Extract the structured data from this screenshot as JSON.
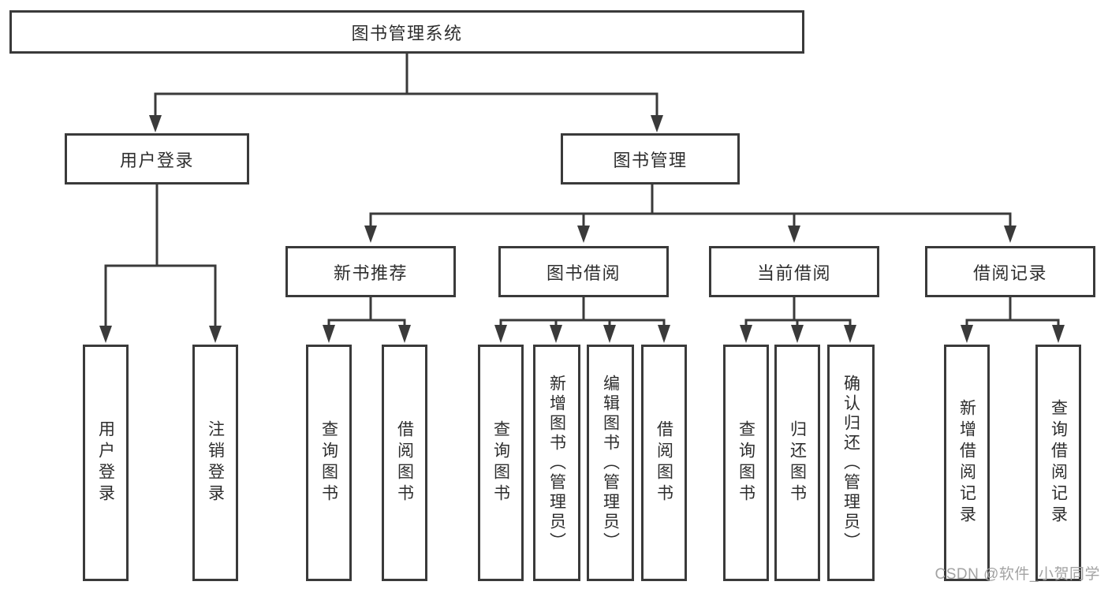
{
  "tree": {
    "root": {
      "label": "图书管理系统"
    },
    "branches": [
      {
        "label": "用户登录",
        "children": [
          "用户登录",
          "注销登录"
        ]
      },
      {
        "label": "图书管理",
        "sections": [
          {
            "label": "新书推荐",
            "children": [
              "查询图书",
              "借阅图书"
            ]
          },
          {
            "label": "图书借阅",
            "children": [
              "查询图书",
              "新增图书（管理员）",
              "编辑图书（管理员）",
              "借阅图书"
            ]
          },
          {
            "label": "当前借阅",
            "children": [
              "查询图书",
              "归还图书",
              "确认归还（管理员）"
            ]
          },
          {
            "label": "借阅记录",
            "children": [
              "新增借阅记录",
              "查询借阅记录"
            ]
          }
        ]
      }
    ]
  },
  "watermark": {
    "text": "CSDN @软件_小贺同学"
  },
  "colors": {
    "line": "#3a3a3a",
    "box_border": "#3a3a3a",
    "text": "#2e2e2e",
    "watermark": "#a3a3a3",
    "background": "#ffffff"
  }
}
